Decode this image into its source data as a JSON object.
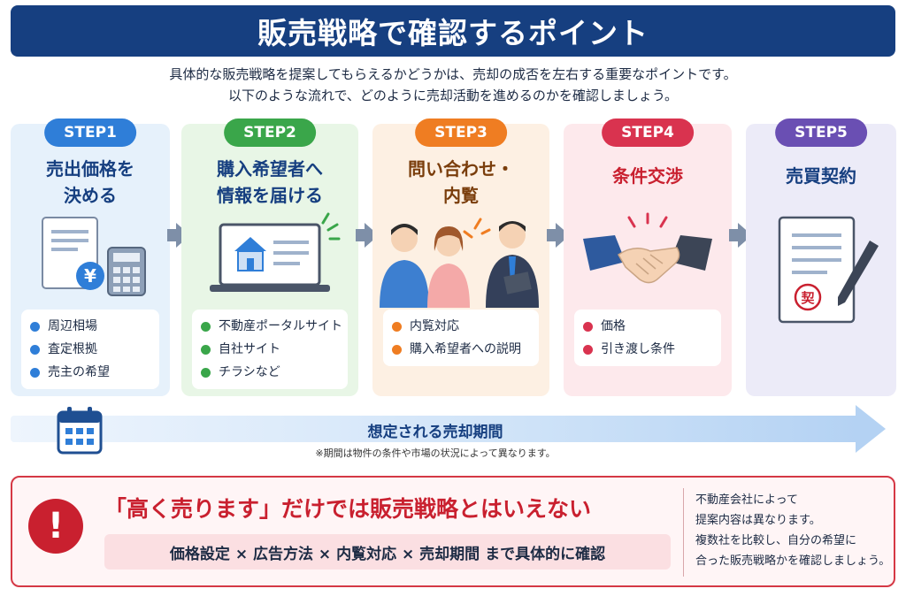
{
  "title": "販売戦略で確認するポイント",
  "intro": {
    "line1": "具体的な販売戦略を提案してもらえるかどうかは、売却の成否を左右する重要なポイントです。",
    "line2": "以下のような流れで、どのように売却活動を進めるのかを確認しましょう。"
  },
  "colors": {
    "navy": "#163f80",
    "step1": "#2f7ed8",
    "step2": "#3aa64a",
    "step3": "#ef7d22",
    "step4": "#d9334f",
    "step5": "#6a4fb3",
    "warning": "#c9202f"
  },
  "steps": [
    {
      "badge": "STEP1",
      "title_line1": "売出価格を",
      "title_line2": "決める",
      "icon": "calculator-document-icon",
      "items": [
        "周辺相場",
        "査定根拠",
        "売主の希望"
      ]
    },
    {
      "badge": "STEP2",
      "title_line1": "購入希望者へ",
      "title_line2": "情報を届ける",
      "icon": "laptop-house-icon",
      "items": [
        "不動産ポータルサイト",
        "自社サイト",
        "チラシなど"
      ]
    },
    {
      "badge": "STEP3",
      "title_line1": "問い合わせ・",
      "title_line2": "内覧",
      "icon": "people-meeting-icon",
      "items": [
        "内覧対応",
        "購入希望者への説明"
      ]
    },
    {
      "badge": "STEP4",
      "title_line1": "条件交渉",
      "title_line2": "",
      "icon": "handshake-icon",
      "items": [
        "価格",
        "引き渡し条件"
      ]
    },
    {
      "badge": "STEP5",
      "title_line1": "売買契約",
      "title_line2": "",
      "icon": "contract-pen-icon",
      "stamp": "契",
      "items": []
    }
  ],
  "period": {
    "label": "想定される売却期間",
    "note": "※期間は物件の条件や市場の状況によって異なります。",
    "icon": "calendar-icon"
  },
  "warning": {
    "mark": "!",
    "title": "「高く売ります」だけでは販売戦略とはいえない",
    "pill": "価格設定 × 広告方法 × 内覧対応 × 売却期間 まで具体的に確認",
    "side_line1": "不動産会社によって",
    "side_line2": "提案内容は異なります。",
    "side_line3": "複数社を比較し、自分の希望に",
    "side_line4": "合った販売戦略かを確認しましょう。"
  }
}
